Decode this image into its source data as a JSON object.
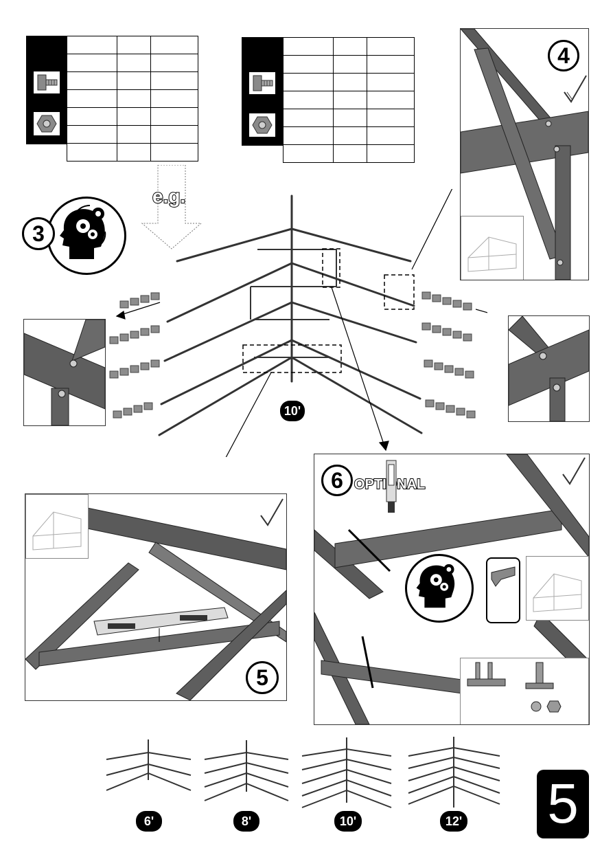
{
  "page": {
    "example_label": "e.g.",
    "size_main": "10'",
    "optional_label": "OPTIONAL",
    "page_number": "5"
  },
  "steps": [
    {
      "number": "3",
      "icon": "thinking-head-gears-icon"
    },
    {
      "number": "4",
      "icon": "checkmark-icon"
    },
    {
      "number": "5",
      "icon": "checkmark-icon"
    },
    {
      "number": "6",
      "icon": "checkmark-icon"
    }
  ],
  "sizes": [
    "6'",
    "8'",
    "10'",
    "12'"
  ],
  "hardware": {
    "left_table_icons": [
      "bolt-icon",
      "nut-icon"
    ],
    "right_table_icons": [
      "bolt-icon",
      "nut-icon"
    ]
  },
  "colors": {
    "ink": "#000000",
    "frame_gray": "#5a5a5a",
    "light_gray": "#bdbdbd"
  }
}
